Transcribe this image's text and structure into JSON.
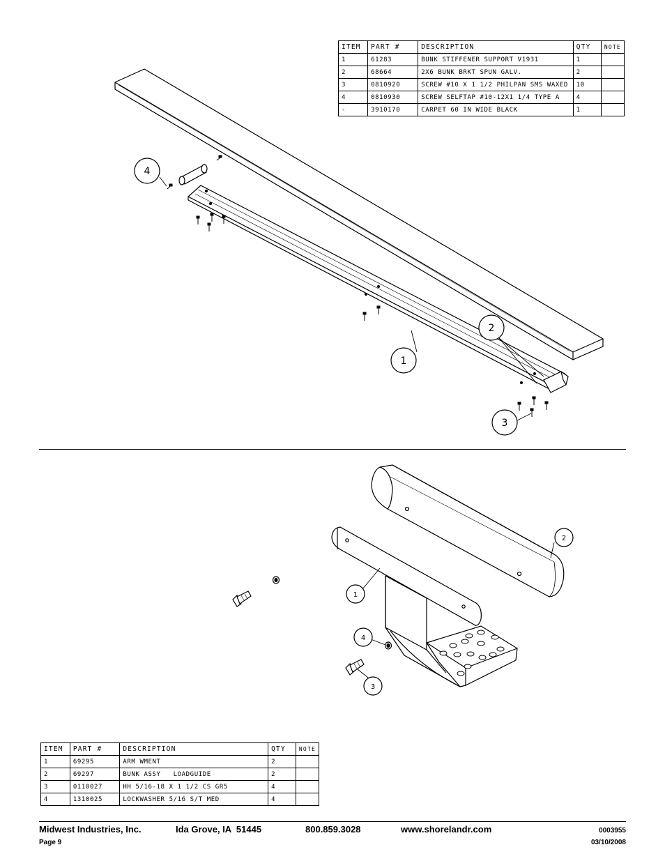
{
  "top_table": {
    "headers": [
      "ITEM",
      "PART #",
      "DESCRIPTION",
      "QTY",
      "NOTE"
    ],
    "rows": [
      [
        "1",
        "61283",
        "BUNK STIFFENER SUPPORT V1931",
        "1",
        ""
      ],
      [
        "2",
        "68664",
        "2X6 BUNK BRKT SPUN GALV.",
        "2",
        ""
      ],
      [
        "3",
        "0810920",
        "SCREW #10 X 1 1/2 PHILPAN SMS WAXED",
        "10",
        ""
      ],
      [
        "4",
        "0810930",
        "SCREW SELFTAP #10-12X1 1/4 TYPE A",
        "4",
        ""
      ],
      [
        "-",
        "3910170",
        "CARPET 60 IN WIDE BLACK",
        "1",
        ""
      ]
    ]
  },
  "bottom_table": {
    "headers": [
      "ITEM",
      "PART #",
      "DESCRIPTION",
      "QTY",
      "NOTE"
    ],
    "rows": [
      [
        "1",
        "69295",
        "ARM WMENT",
        "2",
        ""
      ],
      [
        "2",
        "69297",
        "BUNK ASSY   LOADGUIDE",
        "2",
        ""
      ],
      [
        "3",
        "0110027",
        "HH 5/16-18 X 1 1/2 CS GR5",
        "4",
        ""
      ],
      [
        "4",
        "1310025",
        "LOCKWASHER 5/16 S/T MED",
        "4",
        ""
      ]
    ]
  },
  "top_callouts": [
    "4",
    "2",
    "1",
    "3"
  ],
  "bottom_callouts": [
    "2",
    "1",
    "4",
    "3"
  ],
  "footer": {
    "company": "Midwest Industries, Inc.",
    "city": "Ida Grove, IA  51445",
    "phone": "800.859.3028",
    "website": "www.shorelandr.com",
    "doc_number": "0003955",
    "page": "Page 9",
    "date": "03/10/2008"
  }
}
